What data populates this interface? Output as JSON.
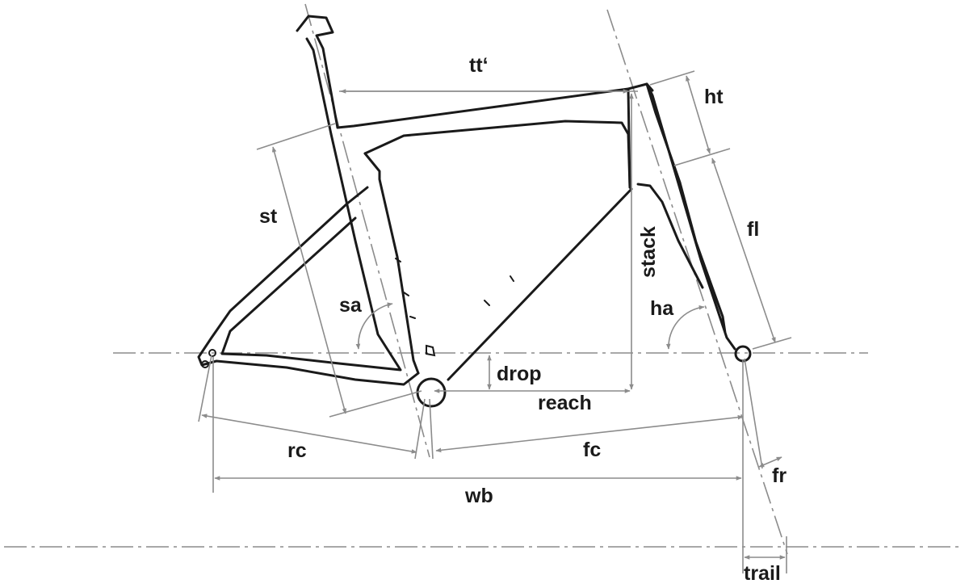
{
  "labels": {
    "tt": "tt‘",
    "ht": "ht",
    "st": "st",
    "fl": "fl",
    "stack": "stack",
    "sa": "sa",
    "ha": "ha",
    "drop": "drop",
    "reach": "reach",
    "rc": "rc",
    "fc": "fc",
    "fr": "fr",
    "wb": "wb",
    "trail": "trail"
  },
  "colors": {
    "frame": "#1a1a1a",
    "dimension": "#8c8c8c",
    "background": "#ffffff"
  }
}
